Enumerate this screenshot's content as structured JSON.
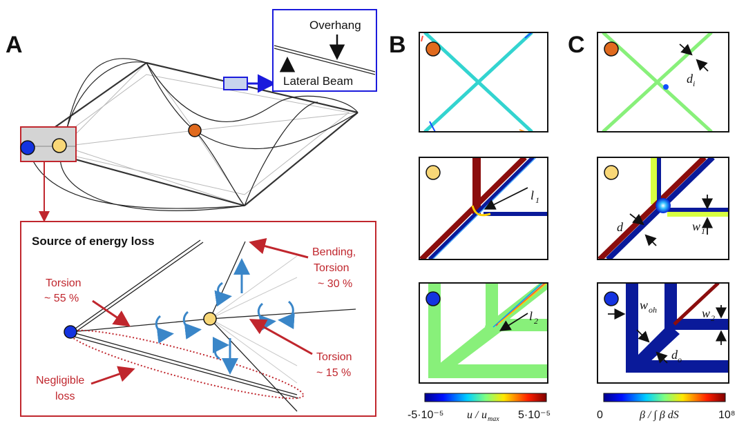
{
  "panels": {
    "a": "A",
    "b": "B",
    "c": "C"
  },
  "inset": {
    "overhang": "Overhang",
    "lateral_beam": "Lateral Beam"
  },
  "energy_box": {
    "title": "Source of energy loss",
    "torsion_left_1": "Torsion",
    "torsion_left_2": "~ 55 %",
    "bending_1": "Bending,",
    "bending_2": "Torsion",
    "bending_3": "~ 30 %",
    "torsion_right_1": "Torsion",
    "torsion_right_2": "~ 15 %",
    "negligible_1": "Negligible",
    "negligible_2": "loss"
  },
  "colorbar_b": {
    "min": "-5·10⁻⁵",
    "max": "5·10⁻⁵",
    "u": "u",
    "slash": "/",
    "umax": "u",
    "umax_sub": "max"
  },
  "colorbar_c": {
    "min": "0",
    "max": "10⁸",
    "label": "β / ∫ β dS"
  },
  "labels": {
    "di": "d",
    "di_sub": "i",
    "l1": "l",
    "l1_sub": "1",
    "l2": "l",
    "l2_sub": "2",
    "d": "d",
    "w1": "w",
    "w1_sub": "1",
    "woh": "w",
    "woh_sub": "oh",
    "w2": "w",
    "w2_sub": "2",
    "do": "d",
    "do_sub": "o"
  },
  "colors": {
    "red": "#c0262d",
    "blue_frame": "#1a1adc",
    "orange_dot": "#e06a1e",
    "yellow_dot": "#f8d777",
    "blue_dot": "#1433e0",
    "green_field": "#88f07a",
    "dark_red": "#8b0d0d",
    "navy": "#0a1a9a"
  }
}
